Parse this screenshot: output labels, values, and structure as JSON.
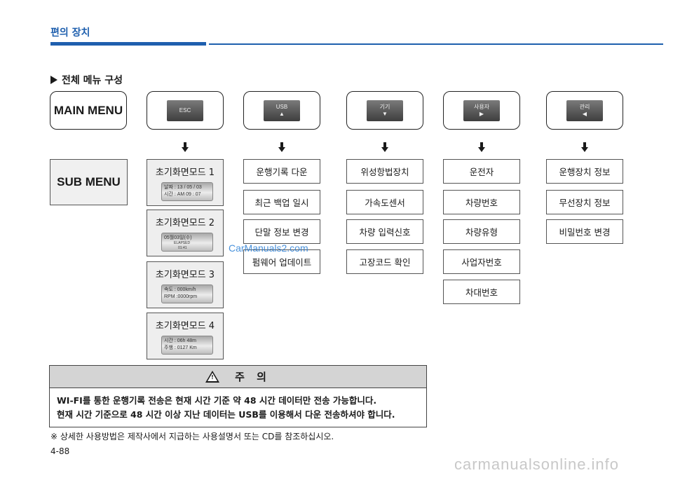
{
  "header": {
    "section_title": "편의 장치"
  },
  "heading": "전체 메뉴 구성",
  "main_menu": {
    "main_label": "MAIN MENU",
    "keys": [
      {
        "line1": "ESC",
        "line2": ""
      },
      {
        "line1": "USB",
        "line2": "▲"
      },
      {
        "line1": "기기",
        "line2": "▼"
      },
      {
        "line1": "사용자",
        "line2": "▶"
      },
      {
        "line1": "관리",
        "line2": "◀"
      }
    ]
  },
  "sub_menu_label": "SUB MENU",
  "screen_modes": [
    {
      "label": "초기화면모드 1",
      "lcd": [
        "날짜 : 13 / 05 / 03",
        "시간 : AM  09 : 07"
      ]
    },
    {
      "label": "초기화면모드 2",
      "lcd": [
        "05월03일(수)",
        "ELAPSED",
        "01:41"
      ]
    },
    {
      "label": "초기화면모드 3",
      "lcd": [
        "속도 : 000km/h",
        "RPM :0000rpm"
      ]
    },
    {
      "label": "초기화면모드 4",
      "lcd": [
        "시간 : 06h 48m",
        "주행 : 0127 Km"
      ]
    }
  ],
  "usb_items": [
    "운행기록 다운",
    "최근 백업 일시",
    "단말 정보 변경",
    "펌웨어 업데이트"
  ],
  "device_items": [
    "위성항법장치",
    "가속도센서",
    "차량 입력신호",
    "고장코드 확인"
  ],
  "user_items": [
    "운전자",
    "차량번호",
    "차량유형",
    "사업자번호",
    "차대번호"
  ],
  "manage_items": [
    "운행장치 정보",
    "무선장치 정보",
    "비밀번호 변경"
  ],
  "caution": {
    "title": "주 의",
    "lines": [
      "WI-FI를 통한 운행기록 전송은 현재 시간 기준 약 48 시간 데이터만 전송 가능합니다.",
      "현재 시간 기준으로 48 시간 이상  지난 데이터는 USB를 이용해서 다운 전송하셔야 합니다."
    ]
  },
  "note": "※ 상세한 사용방법은 제작사에서 지급하는 사용설명서 또는 CD를 참조하십시오.",
  "page_number": "4-88",
  "watermarks": {
    "center": "CarManuals2.com",
    "footer": "carmanualsonline.info"
  }
}
